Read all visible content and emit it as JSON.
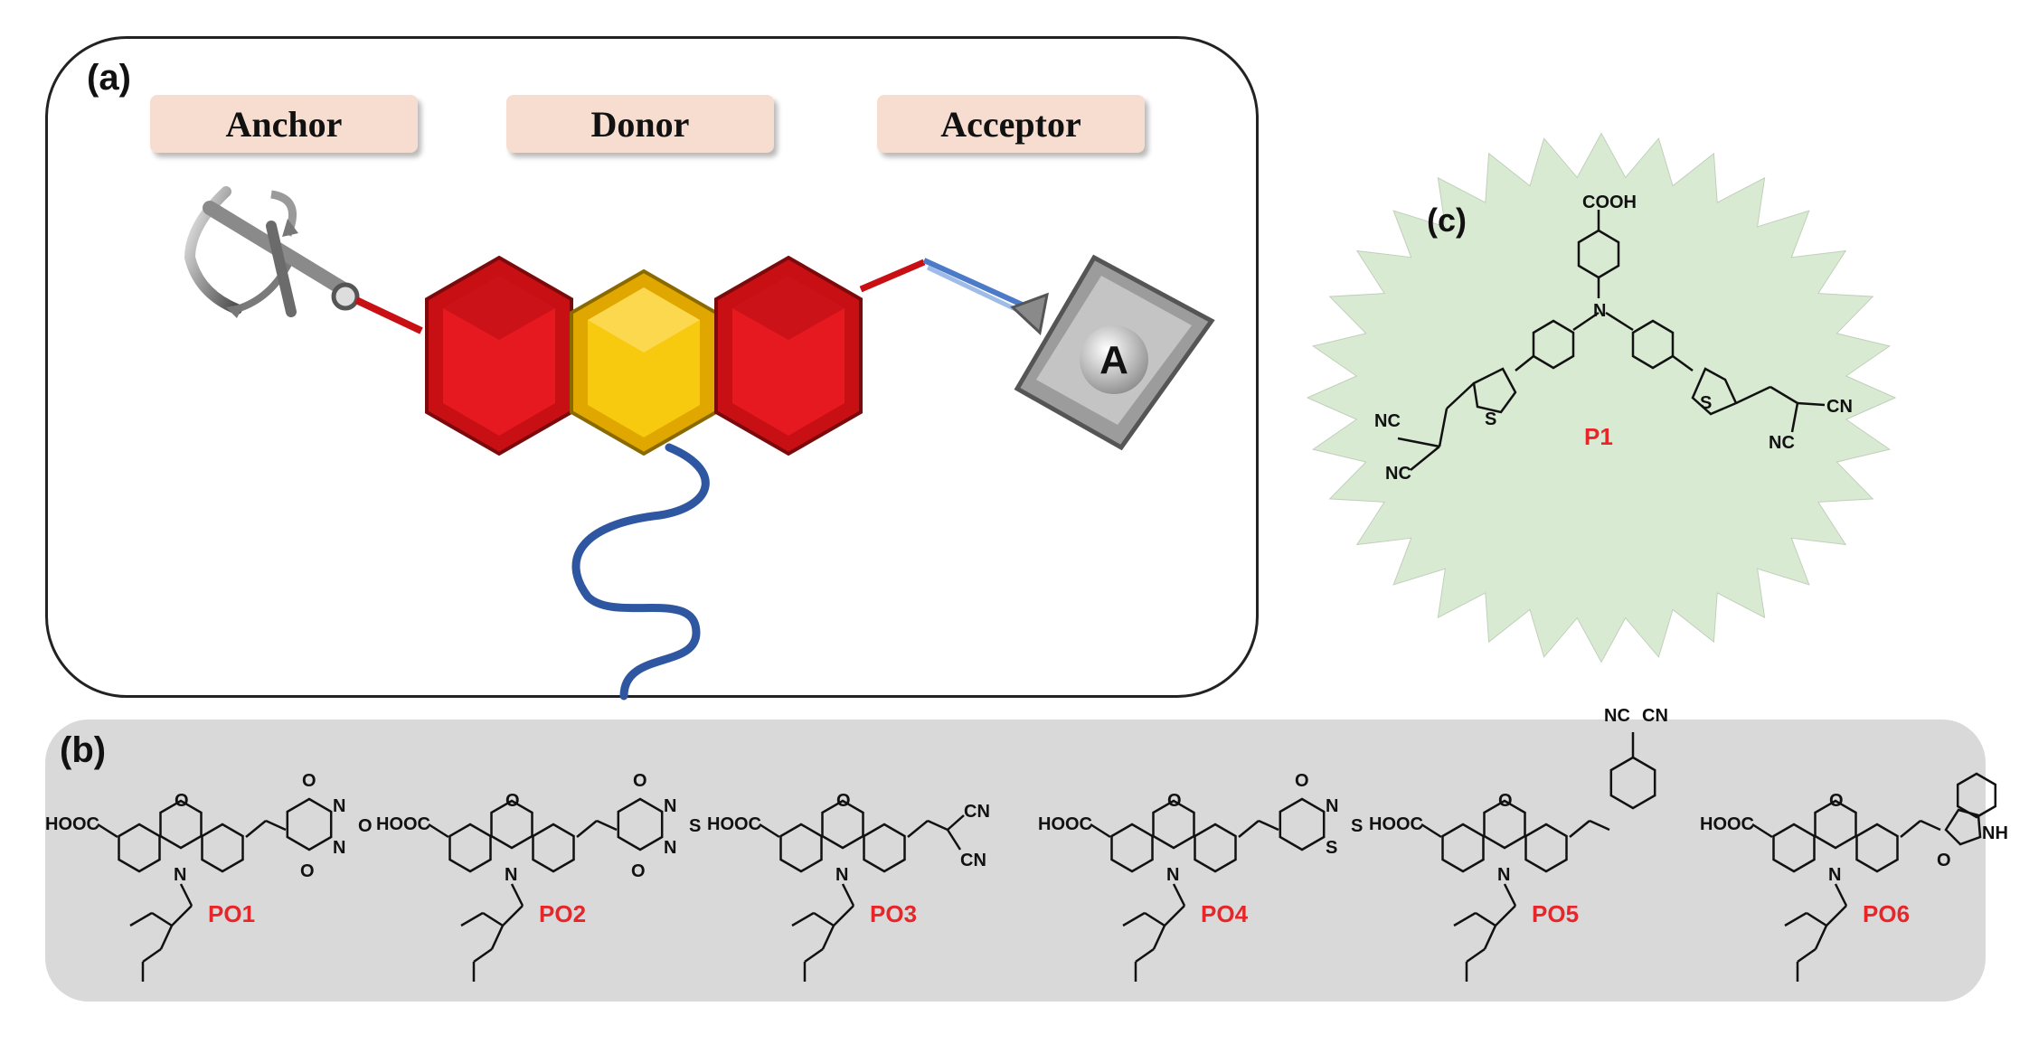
{
  "panel_a": {
    "label": "(a)",
    "tags": [
      "Anchor",
      "Donor",
      "Acceptor"
    ],
    "acceptor_letter": "A"
  },
  "panel_b": {
    "label": "(b)",
    "compounds": [
      {
        "name": "PO1",
        "anchor": "HOOC",
        "acceptor_atoms": [
          "O",
          "N",
          "O",
          "N",
          "O"
        ]
      },
      {
        "name": "PO2",
        "anchor": "HOOC",
        "acceptor_atoms": [
          "O",
          "N",
          "S",
          "N",
          "O"
        ]
      },
      {
        "name": "PO3",
        "anchor": "HOOC",
        "acceptor_atoms": [
          "CN",
          "CN"
        ]
      },
      {
        "name": "PO4",
        "anchor": "HOOC",
        "acceptor_atoms": [
          "O",
          "N",
          "S",
          "S"
        ]
      },
      {
        "name": "PO5",
        "anchor": "HOOC",
        "acceptor_atoms": [
          "NC",
          "CN"
        ]
      },
      {
        "name": "PO6",
        "anchor": "HOOC",
        "acceptor_atoms": [
          "NH",
          "O"
        ]
      }
    ],
    "core_atoms": [
      "O",
      "N"
    ]
  },
  "panel_c": {
    "label": "(c)",
    "compound": "P1",
    "top_group": "COOH",
    "center_atom": "N",
    "ring_atoms": [
      "S",
      "S"
    ],
    "nitriles": [
      "NC",
      "NC",
      "CN",
      "NC"
    ]
  },
  "colors": {
    "compound_label": "#e8262a",
    "tag_bg": "#f6ddd0",
    "burst_fill": "#d9ead3",
    "panel_b_bg": "#d9d9d9",
    "hex_red": "#d9141a",
    "hex_yellow": "#f2c40d",
    "chain_blue": "#2f56a0"
  }
}
